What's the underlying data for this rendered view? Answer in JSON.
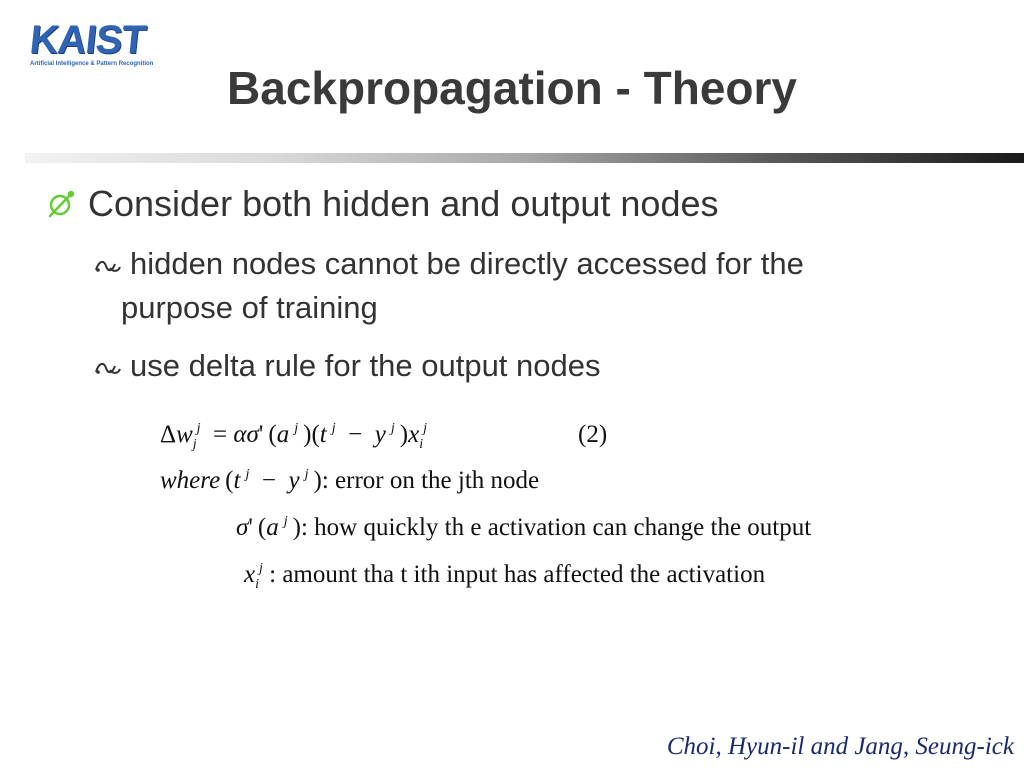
{
  "logo": {
    "wordmark": "KAIST",
    "subtitle": "Artificial Intelligence & Pattern Recognition"
  },
  "slide": {
    "title": "Backpropagation - Theory",
    "bullet_main": "Consider both hidden and output nodes",
    "sub1_line1": "hidden nodes cannot be directly accessed for the",
    "sub1_line2": "purpose of training",
    "sub2": "use delta rule for the output nodes"
  },
  "equation": {
    "number": "(2)",
    "where_word": "where",
    "error_desc": ": error on the  jth node",
    "derivative_desc": ": how quickly th e activation  can change  the output",
    "input_desc": ": amount tha t ith input  has affected  the activation"
  },
  "footer": {
    "author": "Choi, Hyun-il and Jang, Seung-ick"
  },
  "colors": {
    "logo_blue": "#2f64b4",
    "bullet_green": "#66cc33",
    "title_gray": "#3a3a3a",
    "author_navy": "#1a2a6c"
  },
  "icons": {
    "main_bullet": "no-symbol-icon",
    "sub_bullet": "flourish-icon"
  }
}
